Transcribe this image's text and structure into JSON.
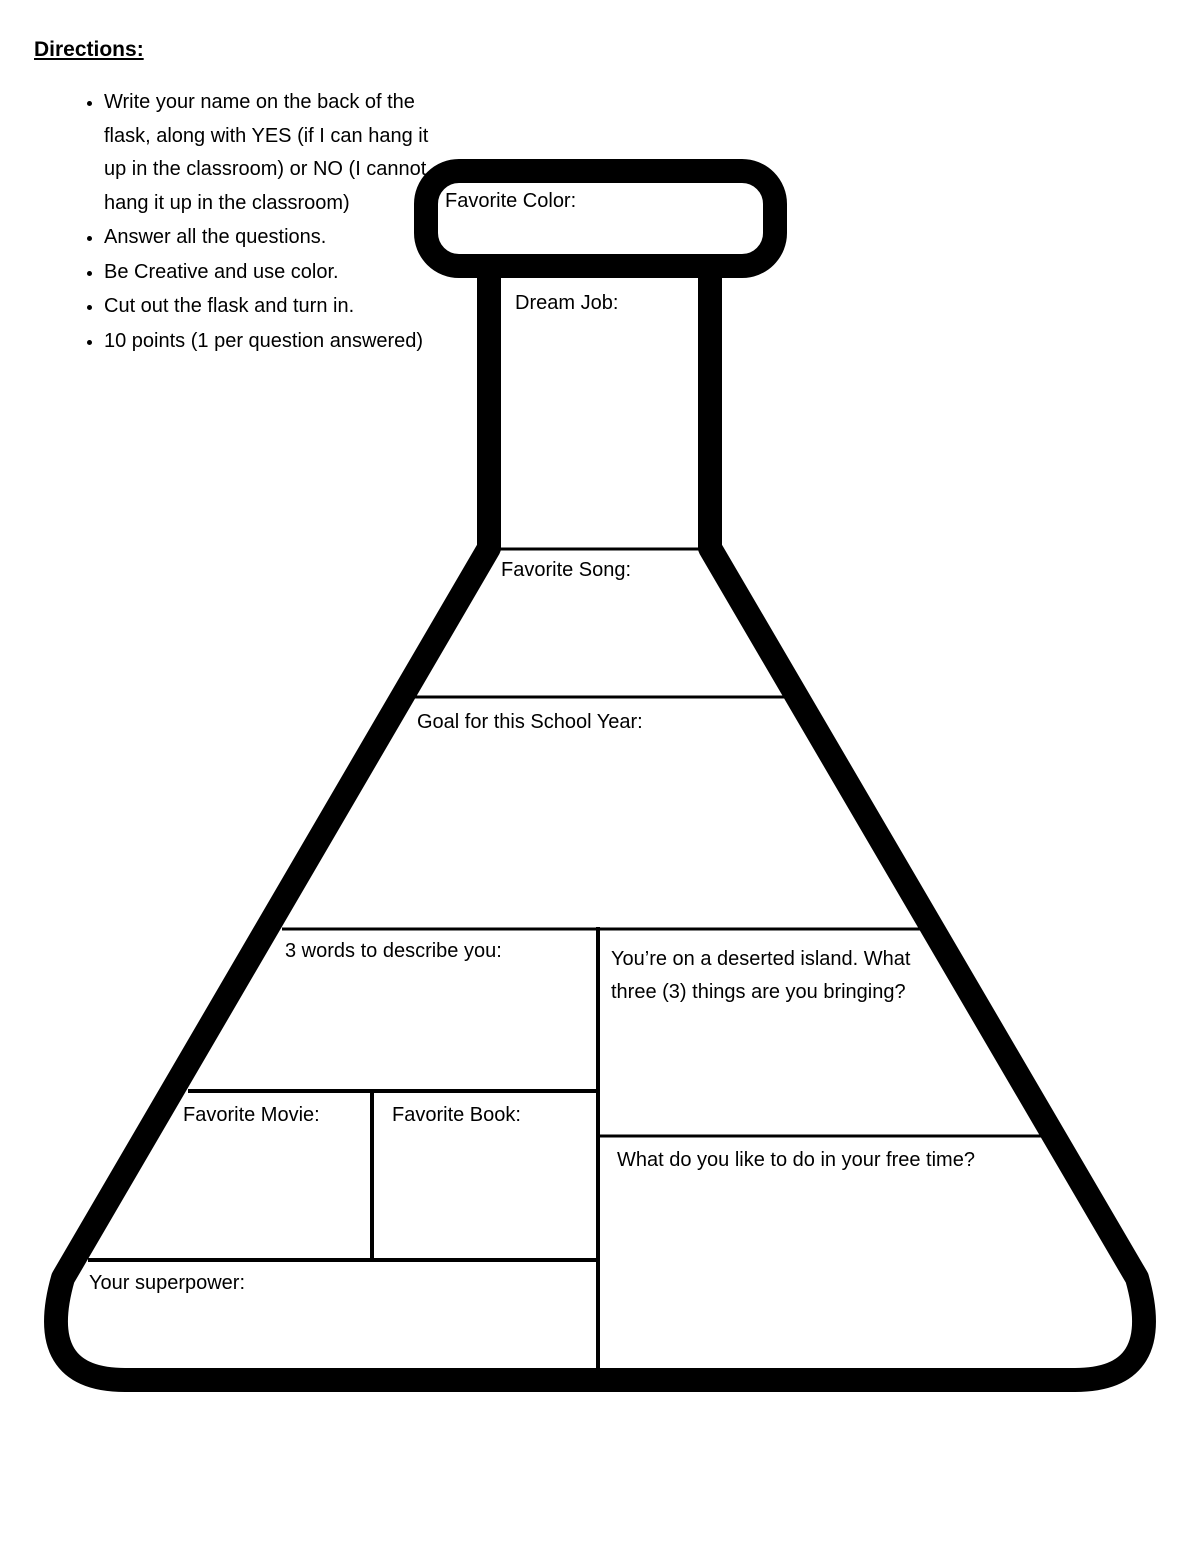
{
  "directions": {
    "title": "Directions:",
    "items": [
      "Write your name on the back of the flask, along with YES (if I can hang it up in the classroom) or NO (I cannot hang it up in the classroom)",
      "Answer all the questions.",
      "Be Creative and use color.",
      "Cut out the flask and turn in.",
      "10 points (1 per question answered)"
    ]
  },
  "flask": {
    "favorite_color": "Favorite Color:",
    "dream_job": "Dream Job:",
    "favorite_song": "Favorite Song:",
    "goal": "Goal for this School Year:",
    "three_words": "3 words to describe you:",
    "deserted_island": "You’re on a deserted island. What three (3) things are you bringing?",
    "favorite_movie": "Favorite Movie:",
    "favorite_book": "Favorite Book:",
    "free_time": "What do you like to do in your free time?",
    "superpower": "Your superpower:"
  },
  "colors": {
    "ink": "#000000",
    "paper": "#ffffff"
  }
}
